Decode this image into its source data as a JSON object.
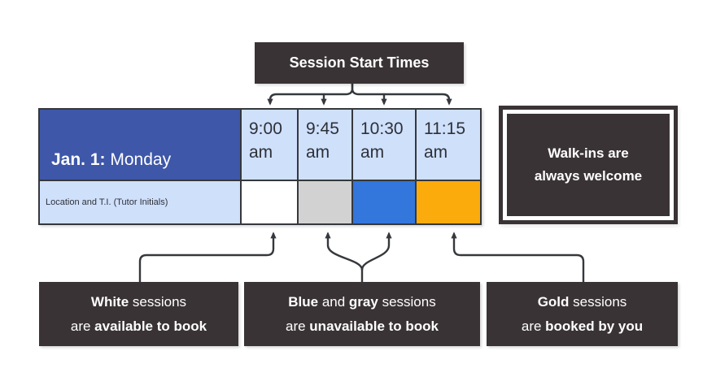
{
  "title_box": {
    "label": "Session Start Times"
  },
  "schedule": {
    "day": {
      "bold": "Jan. 1:",
      "rest": " Monday"
    },
    "row_label": "Location and T.I. (Tutor Initials)",
    "columns": [
      {
        "time": "9:00",
        "ampm": "am",
        "status": "available to book",
        "color": "#ffffff"
      },
      {
        "time": "9:45",
        "ampm": "am",
        "status": "unavailable to book",
        "color": "#d2d2d2"
      },
      {
        "time": "10:30",
        "ampm": "am",
        "status": "unavailable to book",
        "color": "#3376dc"
      },
      {
        "time": "11:15",
        "ampm": "am",
        "status": "booked by you",
        "color": "#fcab0d"
      }
    ]
  },
  "walkins": {
    "line1": "Walk-ins are",
    "line2": "always welcome"
  },
  "legend": {
    "white": {
      "term": "White",
      "rest1": " sessions",
      "pre2": "are ",
      "strong2": "available to book"
    },
    "bluegray": {
      "term1": "Blue",
      "mid": " and ",
      "term2": "gray",
      "rest1": " sessions",
      "pre2": "are ",
      "strong2": "unavailable to book"
    },
    "gold": {
      "term": "Gold",
      "rest1": " sessions",
      "pre2": "are ",
      "strong2": "booked by you"
    }
  },
  "colors": {
    "panel_dark": "#3a3335",
    "day_header_blue": "#3e57a8",
    "light_blue": "#cfe0fb",
    "session_white": "#ffffff",
    "session_gray": "#d2d2d2",
    "session_blue": "#3376dc",
    "session_gold": "#fcab0d",
    "border_and_arrows": "#35383c",
    "text_dark": "#2e3038",
    "text_light": "#ffffff"
  }
}
